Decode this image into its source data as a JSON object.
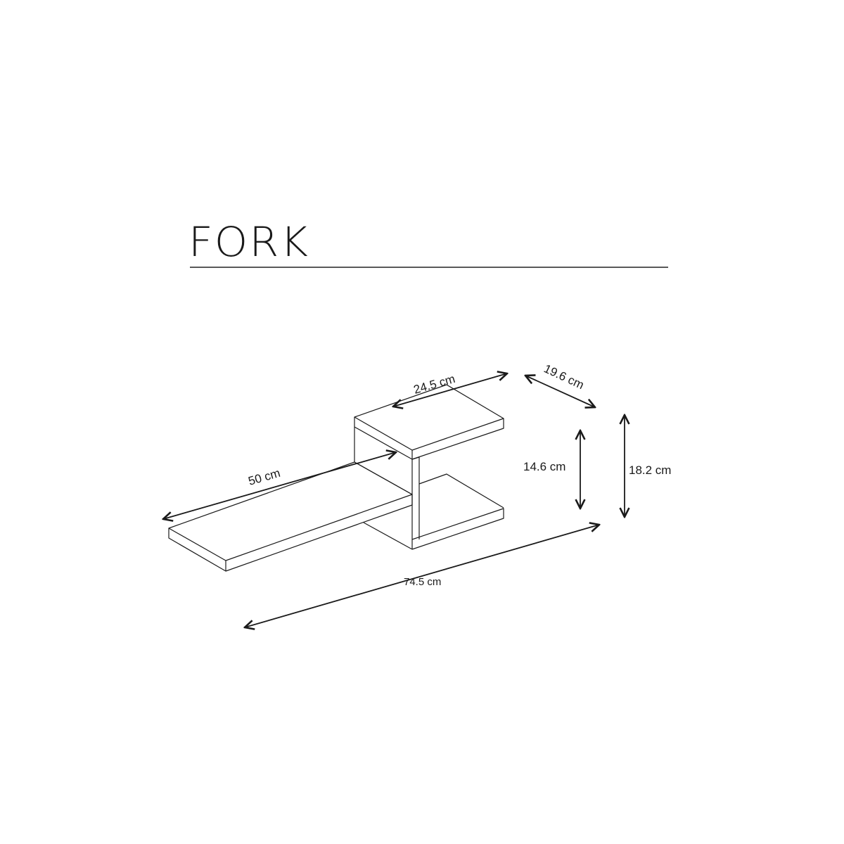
{
  "title": "FORK",
  "dimensions": {
    "top_width": "24.5 cm",
    "depth": "19.6 cm",
    "long_shelf": "50 cm",
    "inner_height": "14.6 cm",
    "total_height": "18.2 cm",
    "total_length": "74.5 cm"
  }
}
